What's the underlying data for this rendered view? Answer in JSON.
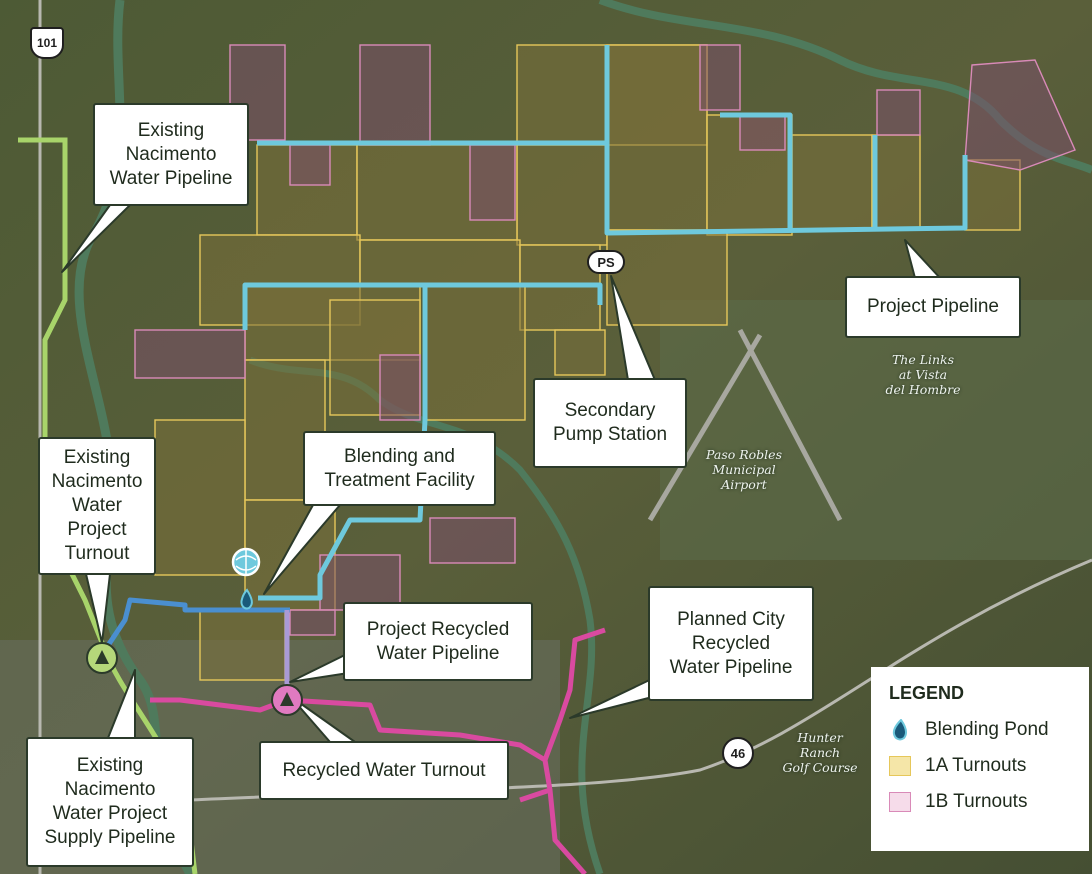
{
  "labels": {
    "existing_pipeline_top": "Existing\nNacimento\nWater Pipeline",
    "project_pipeline": "Project Pipeline",
    "secondary_pump_station": "Secondary\nPump Station",
    "blending_facility": "Blending and\nTreatment Facility",
    "project_turnout": "Existing\nNacimento\nWater Project\nTurnout",
    "project_recycled_pipeline": "Project Recycled\nWater Pipeline",
    "planned_city_pipeline": "Planned City\nRecycled\nWater Pipeline",
    "recycled_water_turnout": "Recycled Water Turnout",
    "supply_pipeline": "Existing\nNacimento\nWater Project\nSupply Pipeline"
  },
  "places": {
    "links": "The Links\nat Vista\ndel Hombre",
    "airport": "Paso Robles\nMunicipal\nAirport",
    "golf": "Hunter\nRanch\nGolf Course"
  },
  "markers": {
    "pump_station": "PS",
    "highway_101": "101",
    "highway_46": "46"
  },
  "legend": {
    "title": "LEGEND",
    "items": [
      {
        "label": "Blending Pond",
        "icon": "pond-drop-icon",
        "color": "#1a5a7a"
      },
      {
        "label": "1A Turnouts",
        "icon": "swatch",
        "color": "#f5e6a8",
        "border": "#e6c75a"
      },
      {
        "label": "1B Turnouts",
        "icon": "swatch",
        "color": "#f6dcea",
        "border": "#d98ab8"
      }
    ]
  },
  "colors": {
    "project_pipeline": "#6ec9dd",
    "blending_pipeline": "#4a8fd0",
    "recycled_pipeline": "#d94aa0",
    "nacimento_pipeline": "#a8d46a",
    "project_recycled_pipeline": "#a99ad6",
    "parcel_1a": "#e6c75a",
    "parcel_1b": "#d98ab8",
    "callout_border": "#2b3a2a"
  }
}
